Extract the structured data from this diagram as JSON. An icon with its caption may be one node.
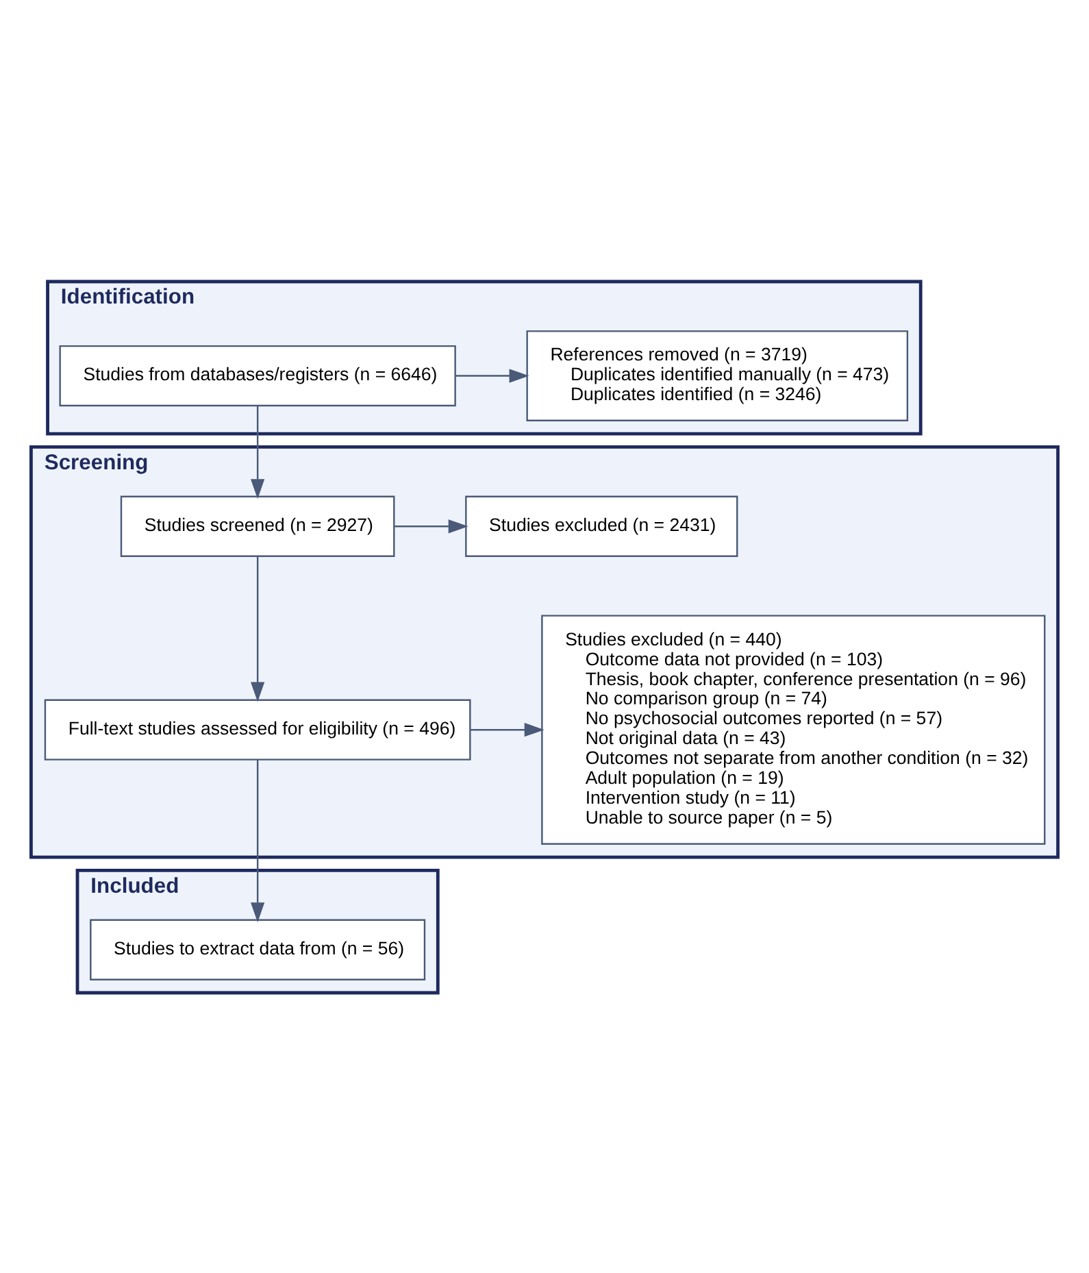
{
  "diagram": {
    "nodes": [
      {
        "text": [
          "Identification"
        ]
      },
      {
        "text": [
          "Studies from databases/registers (n = 6646)"
        ],
        "in": 0
      },
      {
        "text": [
          "References removed (n = 3719)",
          "Duplicates identified manually (n = 473)",
          "Duplicates identified (n = 3246)"
        ],
        "in": 0
      },
      {
        "text": [
          "Screening"
        ]
      },
      {
        "text": [
          "Studies screened (n = 2927)"
        ],
        "in": 3
      },
      {
        "text": [
          "Studies excluded (n = 2431)"
        ],
        "in": 3
      },
      {
        "text": [
          "Full-text studies assessed for eligibility (n = 496)"
        ],
        "in": 3
      },
      {
        "text": [
          "Studies excluded (n = 440)",
          "Outcome data not provided (n = 103)",
          "Thesis, book chapter, conference presentation (n = 96)",
          "No comparison group (n = 74)",
          "No psychosocial outcomes reported (n = 57)",
          "Not original data (n = 43)",
          "Outcomes not separate from another condition (n = 32)",
          "Adult population (n = 19)",
          "Intervention study (n = 11)",
          "Unable to source paper (n = 5)"
        ],
        "in": 3
      },
      {
        "text": [
          "Included"
        ]
      },
      {
        "text": [
          "Studies to extract data from (n = 56)"
        ],
        "in": 8
      }
    ],
    "edges": [
      {
        "from": 1,
        "to": 4,
        "arrow": "to"
      },
      {
        "from": 1,
        "to": 2,
        "arrow": "to"
      },
      {
        "from": 4,
        "to": 5,
        "arrow": "to"
      },
      {
        "from": 4,
        "to": 6,
        "arrow": "to"
      },
      {
        "from": 6,
        "to": 7,
        "arrow": "to"
      },
      {
        "from": 6,
        "to": 9,
        "arrow": "to"
      }
    ]
  }
}
